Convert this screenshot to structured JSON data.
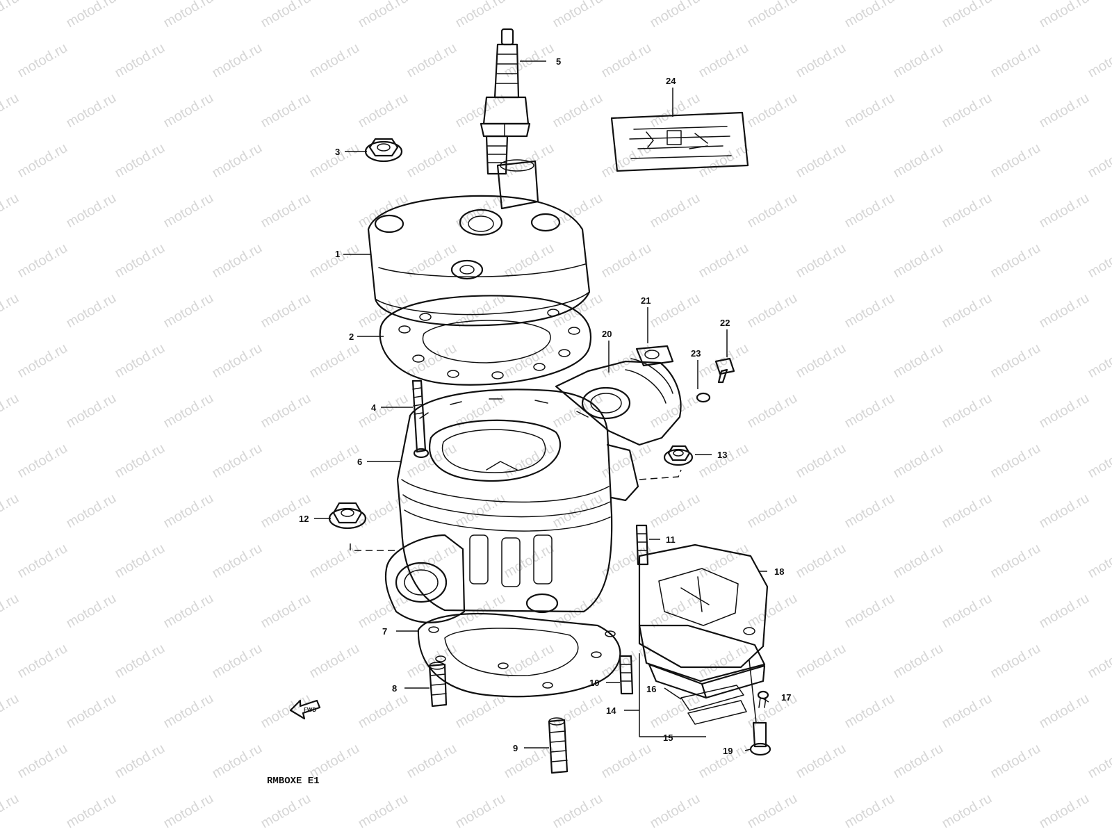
{
  "watermark": {
    "text": "motod.ru",
    "color": "#d6d6d6"
  },
  "diagram": {
    "code": "RMBOXE E1",
    "fwd_label": "FWD",
    "part_callouts": [
      "1",
      "2",
      "3",
      "4",
      "5",
      "6",
      "7",
      "8",
      "9",
      "10",
      "11",
      "12",
      "13",
      "14",
      "15",
      "16",
      "17",
      "18",
      "19",
      "20",
      "21",
      "22",
      "23",
      "24"
    ]
  },
  "colors": {
    "ink": "#111111",
    "background": "#ffffff"
  }
}
